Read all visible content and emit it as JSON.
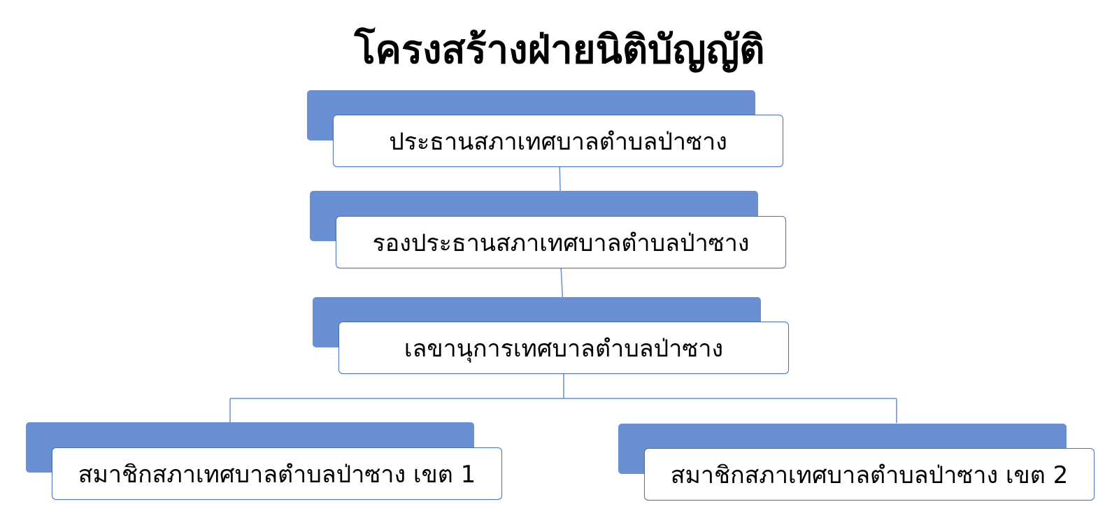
{
  "title": "โครงสร้างฝ่ายนิติบัญญัติ",
  "colors": {
    "accent_block": "#6a8fd3",
    "node_border": "#4a70be",
    "connector": "#6a8fd3",
    "text": "#000000",
    "background": "#ffffff"
  },
  "nodes": [
    {
      "id": "chairman",
      "label": "ประธานสภาเทศบาลตำบลป่าซาง"
    },
    {
      "id": "vice-chairman",
      "label": "รองประธานสภาเทศบาลตำบลป่าซาง"
    },
    {
      "id": "secretary",
      "label": "เลขานุการเทศบาลตำบลป่าซาง"
    },
    {
      "id": "member-district-1",
      "label": "สมาชิกสภาเทศบาลตำบลป่าซาง เขต 1"
    },
    {
      "id": "member-district-2",
      "label": "สมาชิกสภาเทศบาลตำบลป่าซาง เขต 2"
    }
  ]
}
